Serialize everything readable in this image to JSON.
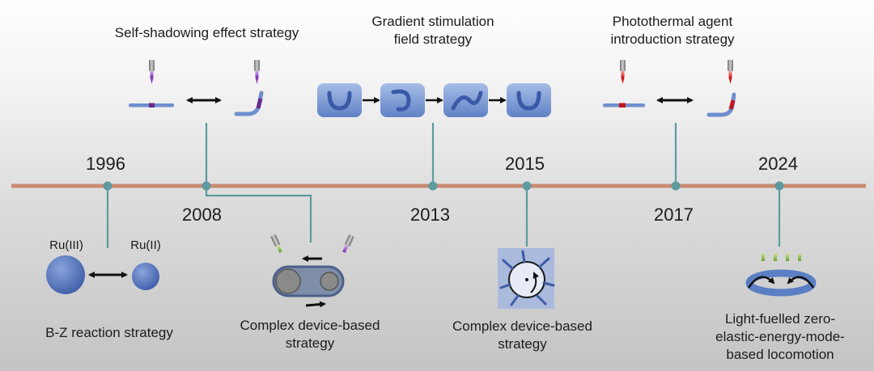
{
  "colors": {
    "axis": "#c98a73",
    "connector": "#5e9aa0",
    "element_blue": "#4f6fb5"
  },
  "timeline": {
    "years": [
      "1996",
      "2008",
      "2013",
      "2015",
      "2017",
      "2024"
    ]
  },
  "strategies": {
    "self_shadowing": "Self-shadowing effect strategy",
    "gradient_line1": "Gradient stimulation",
    "gradient_line2": "field strategy",
    "photothermal_line1": "Photothermal agent",
    "photothermal_line2": "introduction strategy",
    "bz_reaction": "B-Z reaction strategy",
    "complex_device_a": "Complex device-based strategy",
    "complex_device_b": "Complex device-based strategy",
    "light_fuelled": "Light-fuelled zero-elastic-energy-mode-based locomotion"
  },
  "bz": {
    "oxidized": "Ru(III)",
    "reduced": "Ru(II)"
  }
}
